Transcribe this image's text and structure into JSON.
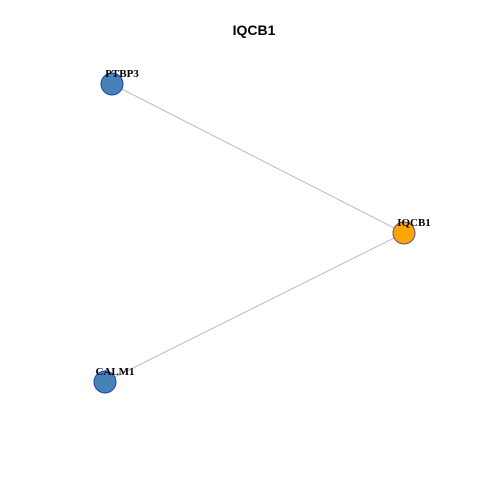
{
  "title": "IQCB1",
  "colors": {
    "background": "#ffffff",
    "edge": "#b3b3b3",
    "label": "#000000",
    "neighbor_fill": "#4682B4",
    "neighbor_stroke": "#1f3fbf",
    "focus_fill": "#FFA500",
    "focus_stroke": "#5a4a8a"
  },
  "nodes": [
    {
      "id": "PTBP3",
      "label": "PTBP3",
      "role": "neighbor"
    },
    {
      "id": "IQCB1",
      "label": "IQCB1",
      "role": "focus"
    },
    {
      "id": "CALM1",
      "label": "CALM1",
      "role": "neighbor"
    }
  ],
  "edges": [
    {
      "source": "PTBP3",
      "target": "IQCB1"
    },
    {
      "source": "CALM1",
      "target": "IQCB1"
    }
  ]
}
